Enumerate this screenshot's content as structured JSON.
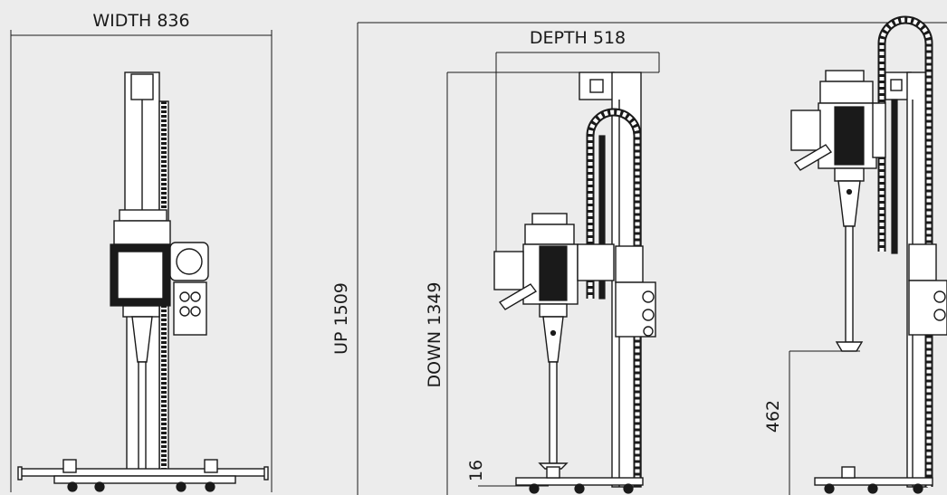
{
  "dimensions": {
    "width": "WIDTH 836",
    "depth": "DEPTH 518",
    "up": "UP 1509",
    "down": "DOWN 1349",
    "clearance_low": "16",
    "clearance_high": "462"
  },
  "colors": {
    "background": "#ececec",
    "ink": "#1a1a1a",
    "fill": "#ffffff"
  }
}
